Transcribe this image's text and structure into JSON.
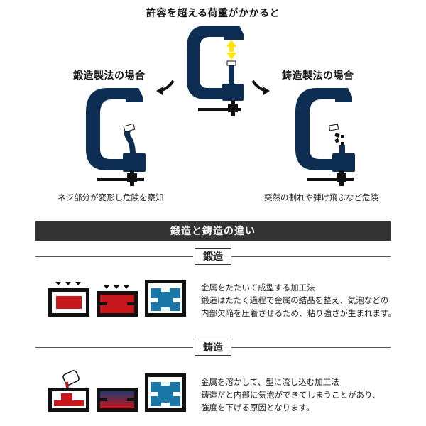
{
  "top": {
    "title": "許容を超える荷重がかかると"
  },
  "forging_case": {
    "title": "鍛造製法の場合",
    "caption": "ネジ部分が変形し危険を察知"
  },
  "casting_case": {
    "title": "鋳造製法の場合",
    "caption": "突然の割れや弾け飛ぶなど危険"
  },
  "comparison": {
    "banner": "鍛造と鋳造の違い",
    "forging": {
      "label": "鍛造",
      "lines": [
        "金属をたたいて成型する加工法",
        "鍛造はたたく過程で金属の結晶を整え、気泡などの",
        "内部欠陥を圧着させるため、粘り強さが生まれます。"
      ]
    },
    "casting": {
      "label": "鋳造",
      "lines": [
        "金属を溶かして、型に流し込む加工法",
        "鋳造だと内部に気泡ができてしまうことがあり、",
        "強度を下げる原因となります。"
      ]
    }
  },
  "colors": {
    "clamp": "#0d2d52",
    "banner": "#333333",
    "red_metal": "#c8161d",
    "blue_metal": "#1a76a4",
    "arrow_yellow": "#ffe800"
  }
}
